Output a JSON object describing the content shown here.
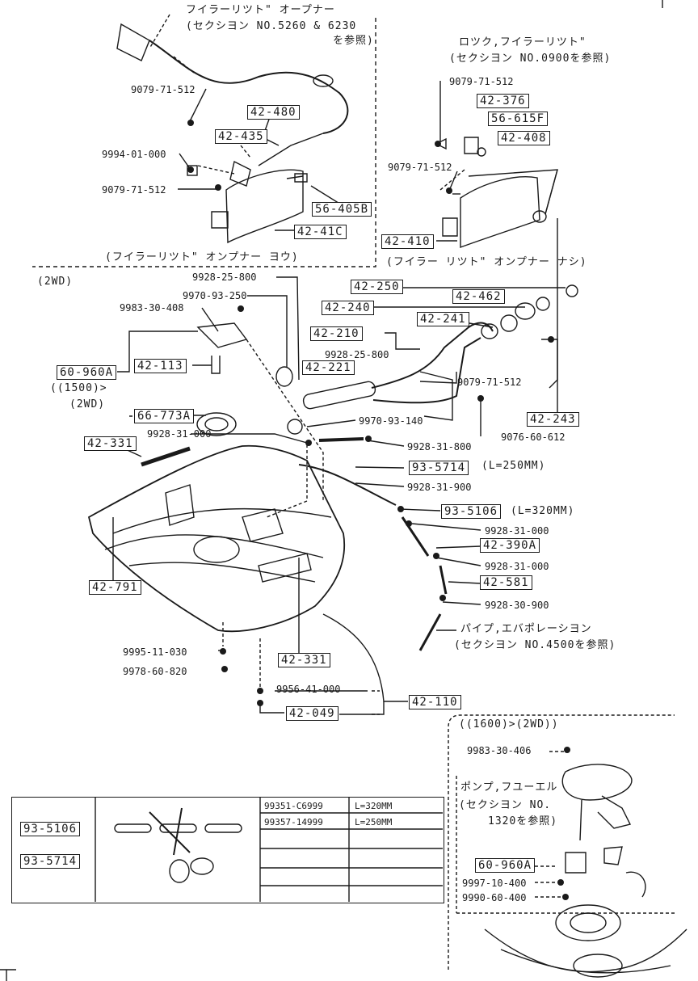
{
  "header": {
    "filler_lid_opener_title": "フイラーリツト\" オープナー",
    "filler_lid_opener_ref": "(セクシヨン NO.5260 & 6230",
    "filler_lid_opener_ref2": "を参照)",
    "lock_title": "ロツク,フイラーリツト\"",
    "lock_ref": "(セクシヨン NO.0900を参照)"
  },
  "captions": {
    "with_opener": "(フイラーリツト\" オンプナー ヨウ)",
    "without_opener": "(フイラー リツト\" オンプナー ナシ)",
    "two_wd": "(2WD)",
    "variant_1500": "((1500)>",
    "variant_2wd": "(2WD)",
    "pipe_evap": "パイプ,エバポレーシヨン",
    "pipe_evap_ref": "(セクシヨン NO.4500を参照)",
    "length_250": "(L=250MM)",
    "length_320": "(L=320MM)",
    "inset_title": "((1600)>(2WD))",
    "pump_title": "ポンプ,フユーエル",
    "pump_ref1": "(セクシヨン NO.",
    "pump_ref2": "1320を参照)"
  },
  "boxed_parts": {
    "p42_480": "42-480",
    "p42_435": "42-435",
    "p56_405b": "56-405B",
    "p42_410c": "42-41C",
    "p42_376": "42-376",
    "p56_615f": "56-615F",
    "p42_408": "42-408",
    "p42_410": "42-410",
    "p42_250": "42-250",
    "p42_462": "42-462",
    "p42_240": "42-240",
    "p42_241": "42-241",
    "p42_210": "42-210",
    "p42_221": "42-221",
    "p60_960a": "60-960A",
    "p42_113": "42-113",
    "p66_773a": "66-773A",
    "p42_331_top": "42-331",
    "p42_243": "42-243",
    "p93_5714": "93-5714",
    "p93_5106": "93-5106",
    "p42_390a": "42-390A",
    "p42_581": "42-581",
    "p42_791": "42-791",
    "p42_331_bottom": "42-331",
    "p42_110": "42-110",
    "p42_049": "42-049",
    "p60_960a_inset": "60-960A"
  },
  "part_numbers": {
    "n9079_71_512_a": "9079-71-512",
    "n9994_01_000": "9994-01-000",
    "n9079_71_512_b": "9079-71-512",
    "n9079_71_512_c": "9079-71-512",
    "n9079_71_512_d": "9079-71-512",
    "n9928_25_800_a": "9928-25-800",
    "n9970_93_250": "9970-93-250",
    "n9983_30_408": "9983-30-408",
    "n9928_25_800_b": "9928-25-800",
    "n9079_71_512_e": "9079-71-512",
    "n9970_93_140": "9970-93-140",
    "n9076_60_612": "9076-60-612",
    "n9928_31_000": "9928-31-000",
    "n9928_31_800": "9928-31-800",
    "n9928_31_900": "9928-31-900",
    "n9928_31_000_b": "9928-31-000",
    "n9928_31_000_c": "9928-31-000",
    "n9928_30_900": "9928-30-900",
    "n9995_11_030": "9995-11-030",
    "n9978_60_820": "9978-60-820",
    "n9956_41_000": "9956-41-000",
    "n9983_30_406": "9983-30-406",
    "n9997_10_400": "9997-10-400",
    "n9990_60_400": "9990-60-400"
  },
  "parts_table": {
    "label_a": "93-5106",
    "label_b": "93-5714",
    "rows": [
      {
        "part": "99351-C6999",
        "length": "L=320MM"
      },
      {
        "part": "99357-14999",
        "length": "L=250MM"
      }
    ]
  }
}
